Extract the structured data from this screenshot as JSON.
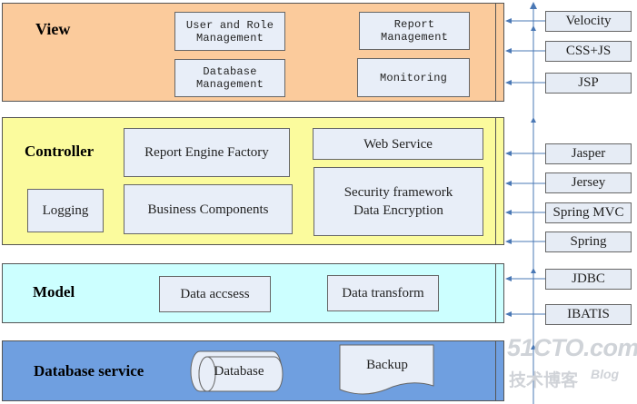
{
  "layers": {
    "view": {
      "title": "View",
      "fill": "#fbcb9c",
      "modules": {
        "user_role": "User and Role Management",
        "report_mgmt": "Report Management",
        "database_mgmt": "Database Management",
        "monitoring": "Monitoring"
      }
    },
    "controller": {
      "title": "Controller",
      "fill": "#fbfb9d",
      "modules": {
        "report_engine": "Report Engine Factory",
        "web_service": "Web Service",
        "logging": "Logging",
        "business": "Business Components",
        "security": "Security framework",
        "encryption": "Data Encryption"
      }
    },
    "model": {
      "title": "Model",
      "fill": "#ccffff",
      "modules": {
        "data_access": "Data accsess",
        "data_transform": "Data transform"
      }
    },
    "database": {
      "title": "Database service",
      "fill": "#6f9fe0",
      "modules": {
        "database": "Database",
        "backup": "Backup"
      }
    }
  },
  "technologies": [
    "Velocity",
    "CSS+JS",
    "JSP",
    "Jasper",
    "Jersey",
    "Spring MVC",
    "Spring",
    "JDBC",
    "IBATIS"
  ],
  "watermark": {
    "site": "51CTO.com",
    "tagline": "技术博客",
    "suffix": "Blog"
  },
  "colors": {
    "border": "#555555",
    "module_fill": "#e8eef8",
    "connector": "#4a78b5"
  }
}
